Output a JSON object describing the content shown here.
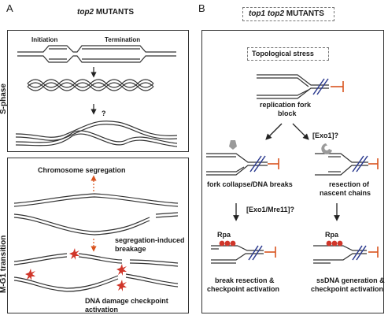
{
  "panel_a": {
    "letter": "A",
    "title_gene": "top2",
    "title_rest": " MUTANTS",
    "sphase_label": "S-phase",
    "initiation": "Initiation",
    "termination": "Termination",
    "question": "?",
    "mg1_label": "M-G1 transition",
    "chrom_seg": "Chromosome segregation",
    "seg_break_1": "segregation-induced",
    "seg_break_2": "breakage",
    "ddc_1": "DNA damage checkpoint",
    "ddc_2": "activation"
  },
  "panel_b": {
    "letter": "B",
    "title_g1": "top1",
    "title_g2": "top2",
    "title_rest": "MUTANTS",
    "topo_stress": "Topological stress",
    "rfb_1": "replication fork",
    "rfb_2": "block",
    "exo1": "[Exo1]?",
    "fork_collapse": "fork collapse/DNA breaks",
    "resection_1": "resection of",
    "resection_2": "nascent chains",
    "exo1_mre11": "[Exo1/Mre11]?",
    "rpa_left": "Rpa",
    "rpa_right": "Rpa",
    "br_1": "break resection &",
    "br_2": "checkpoint activation",
    "ss_1": "ssDNA generation &",
    "ss_2": "checkpoint activation"
  },
  "colors": {
    "arrow_orange": "#d9531e",
    "blue_duplex": "#2b3a8f",
    "rpa_red": "#d0362a",
    "gray_nuclease": "#9a9a9a"
  }
}
